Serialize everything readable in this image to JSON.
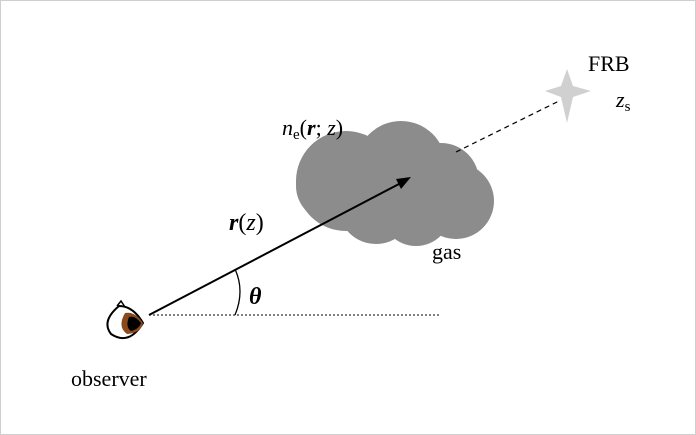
{
  "labels": {
    "frb": "FRB",
    "source_redshift_var": "z",
    "source_redshift_sub": "s",
    "density_var": "n",
    "density_sub": "e",
    "density_open": "(",
    "density_vec": "r",
    "density_sep": "; ",
    "density_z": "z",
    "density_close": ")",
    "path_vec": "r",
    "path_open": "(",
    "path_z": "z",
    "path_close": ")",
    "angle": "θ",
    "gas": "gas",
    "observer": "observer"
  },
  "colors": {
    "cloud": "#8c8c8c",
    "star": "#d0d0d0",
    "line": "#000000",
    "eye_iris": "#8a4a1a"
  }
}
